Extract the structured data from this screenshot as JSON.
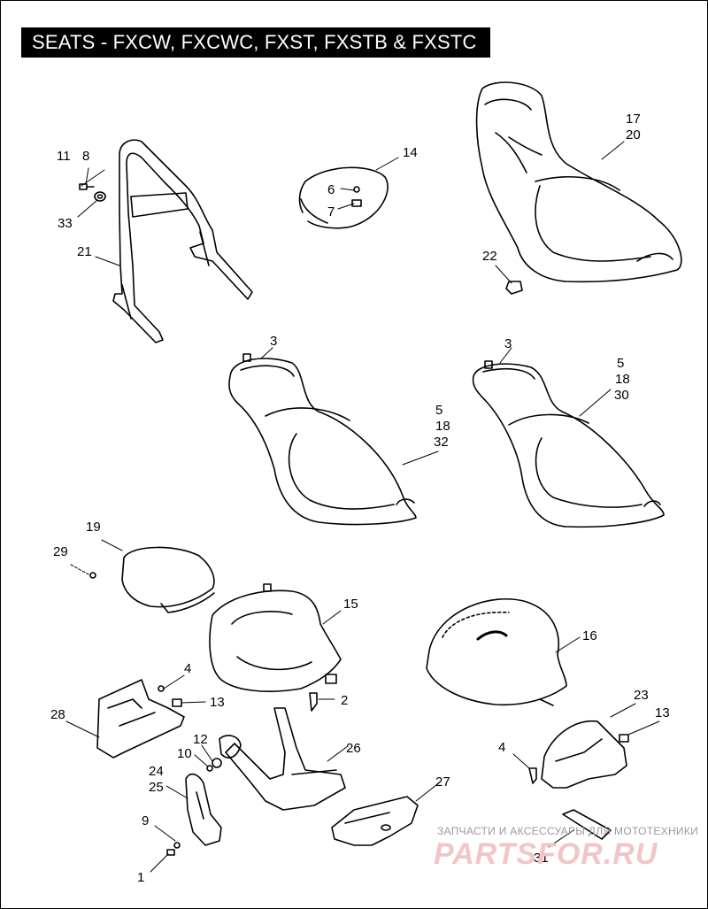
{
  "title": "SEATS - FXCW, FXCWC, FXST, FXSTB & FXSTC",
  "callouts": {
    "c1": "1",
    "c2": "2",
    "c3a": "3",
    "c3b": "3",
    "c4a": "4",
    "c4b": "4",
    "c5a": "5",
    "c5b": "5",
    "c6": "6",
    "c7": "7",
    "c8": "8",
    "c9": "9",
    "c10": "10",
    "c11": "11",
    "c12": "12",
    "c13a": "13",
    "c13b": "13",
    "c14": "14",
    "c15": "15",
    "c16": "16",
    "c17": "17",
    "c18a": "18",
    "c18b": "18",
    "c19": "19",
    "c20": "20",
    "c21": "21",
    "c22": "22",
    "c23": "23",
    "c24": "24",
    "c25": "25",
    "c26": "26",
    "c27": "27",
    "c28": "28",
    "c29": "29",
    "c30": "30",
    "c31": "31",
    "c32": "32",
    "c33": "33"
  },
  "watermark": {
    "subtitle": "ЗАПЧАСТИ И АКСЕССУАРЫ ДЛЯ МОТОТЕХНИКИ",
    "logo": "PARTSFOR.RU"
  },
  "colors": {
    "line": "#000000",
    "title_bg": "#000000",
    "title_fg": "#ffffff",
    "watermark": "#f2c6c6"
  }
}
